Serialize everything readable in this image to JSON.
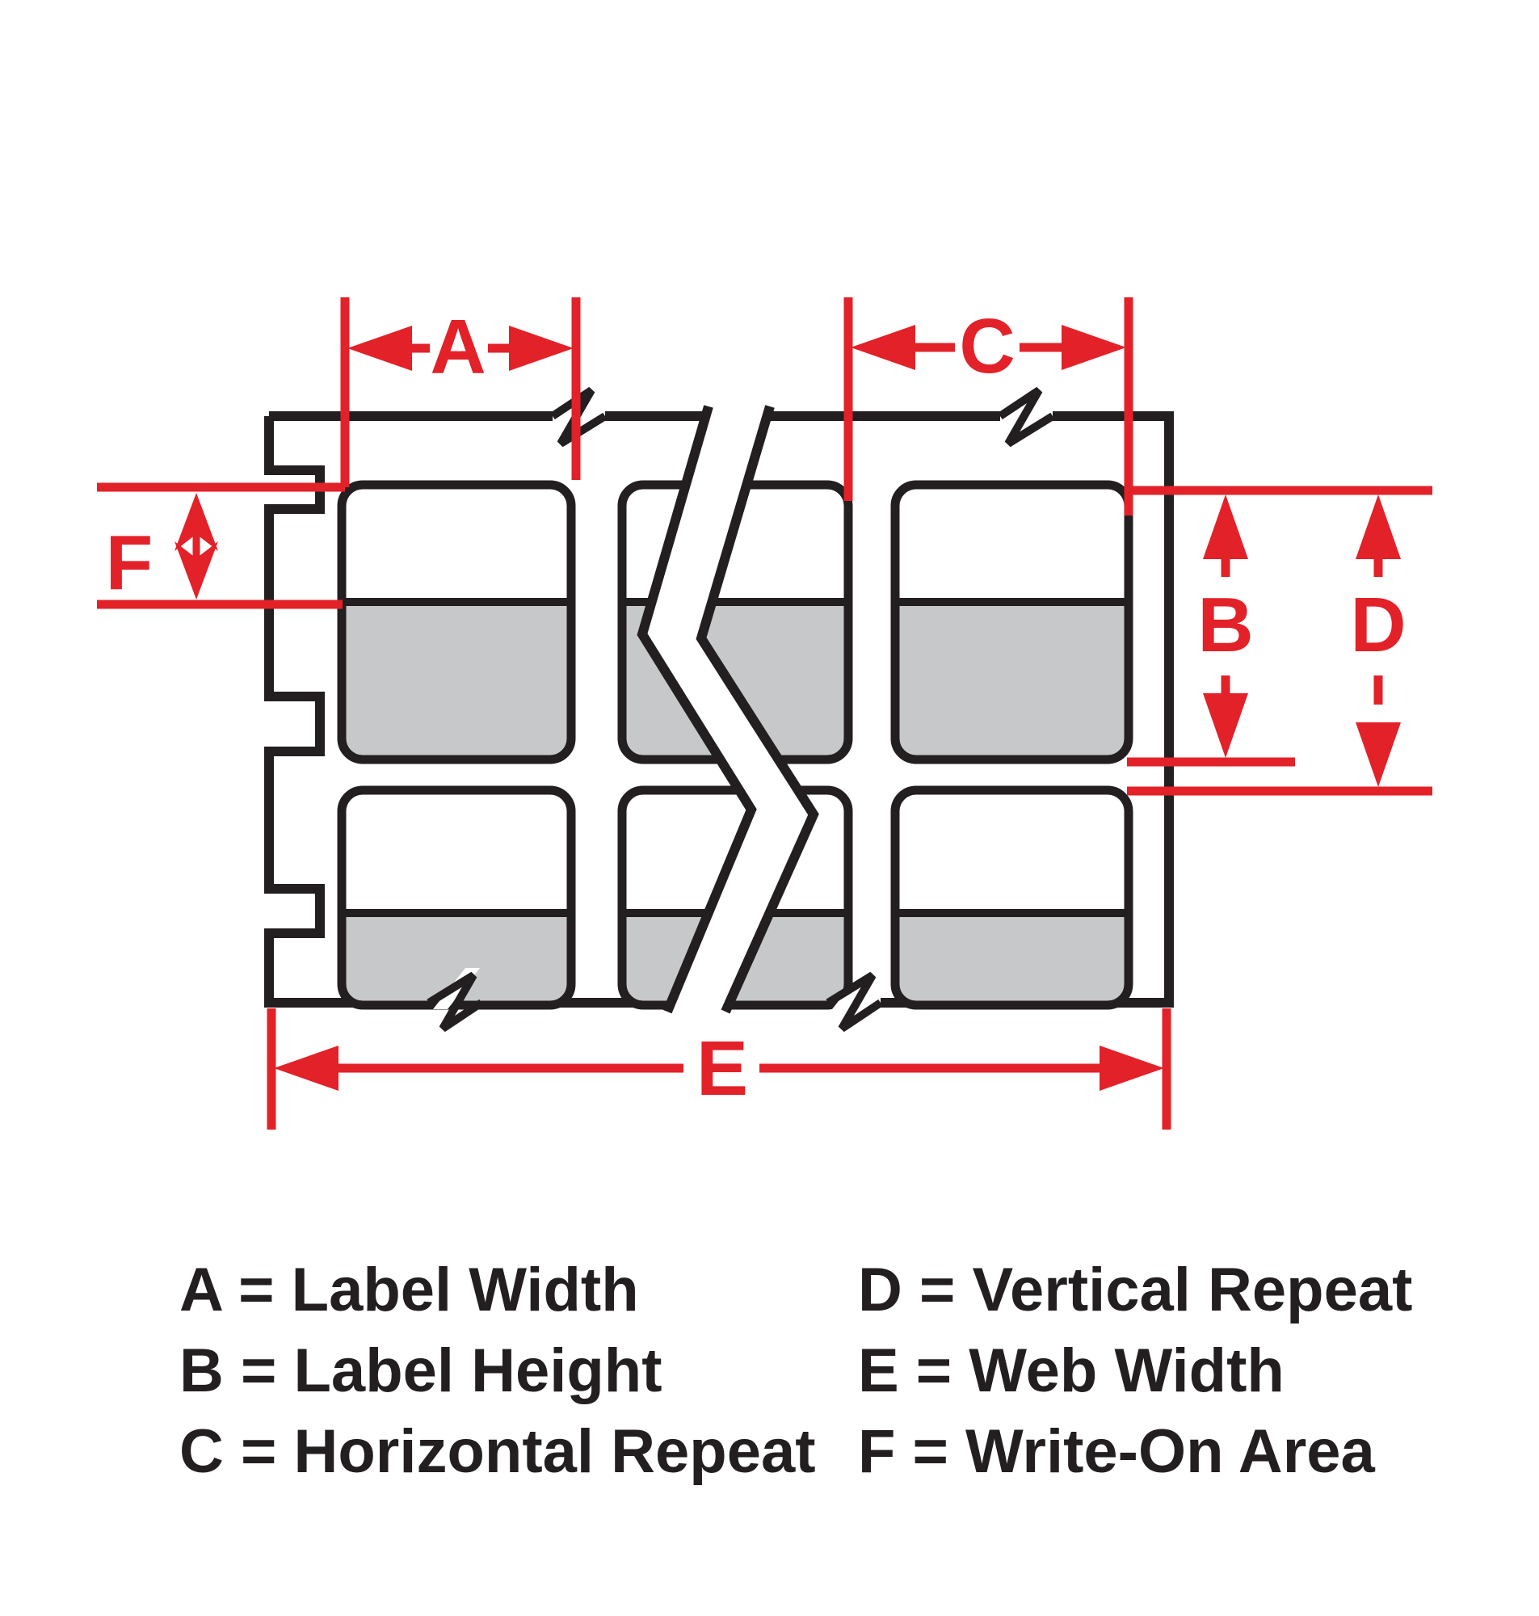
{
  "colors": {
    "red": "#e32128",
    "black": "#231f20",
    "gray": "#c7c8ca",
    "background": "#ffffff"
  },
  "dims": {
    "a": {
      "letter": "A",
      "meaning": "Label Width"
    },
    "b": {
      "letter": "B",
      "meaning": "Label Height"
    },
    "c": {
      "letter": "C",
      "meaning": "Horizontal Repeat"
    },
    "d": {
      "letter": "D",
      "meaning": "Vertical Repeat"
    },
    "e": {
      "letter": "E",
      "meaning": "Web Width"
    },
    "f": {
      "letter": "F",
      "meaning": "Write-On Area"
    }
  },
  "legend": {
    "left": [
      {
        "text": "A = Label Width"
      },
      {
        "text": "B = Label Height"
      },
      {
        "text": "C = Horizontal Repeat"
      }
    ],
    "right": [
      {
        "text": "D = Vertical Repeat"
      },
      {
        "text": "E = Web Width"
      },
      {
        "text": "F = Write-On Area"
      }
    ]
  }
}
